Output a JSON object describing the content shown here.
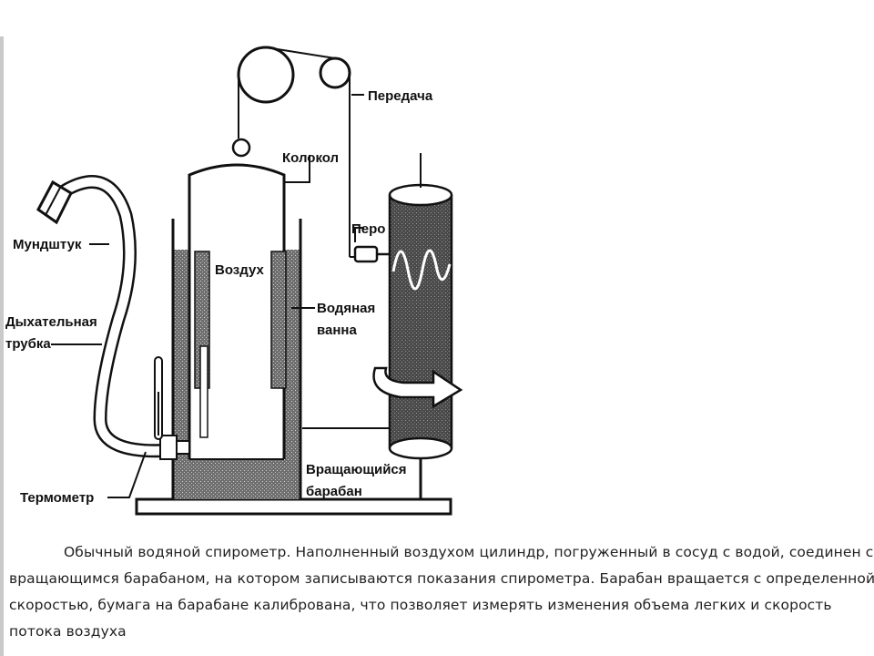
{
  "labels": {
    "mouthpiece": "Мундштук",
    "tube_line1": "Дыхательная",
    "tube_line2": "трубка",
    "thermometer": "Термометр",
    "air": "Воздух",
    "bell": "Колокол",
    "transmission": "Передача",
    "pen": "Перо",
    "bath_line1": "Водяная",
    "bath_line2": "ванна",
    "drum_line1": "Вращающийся",
    "drum_line2": "барабан"
  },
  "caption": [
    "Обычный водяной спирометр. Наполненный воздухом цилиндр, погруженный в сосуд с водой, соединен с",
    "вращающимся барабаном, на котором записываются показания спирометра. Барабан вращается с определенной",
    "скоростью, бумага на барабане калибрована, что позволяет измерять изменения объема легких и скорость",
    "потока воздуха"
  ]
}
